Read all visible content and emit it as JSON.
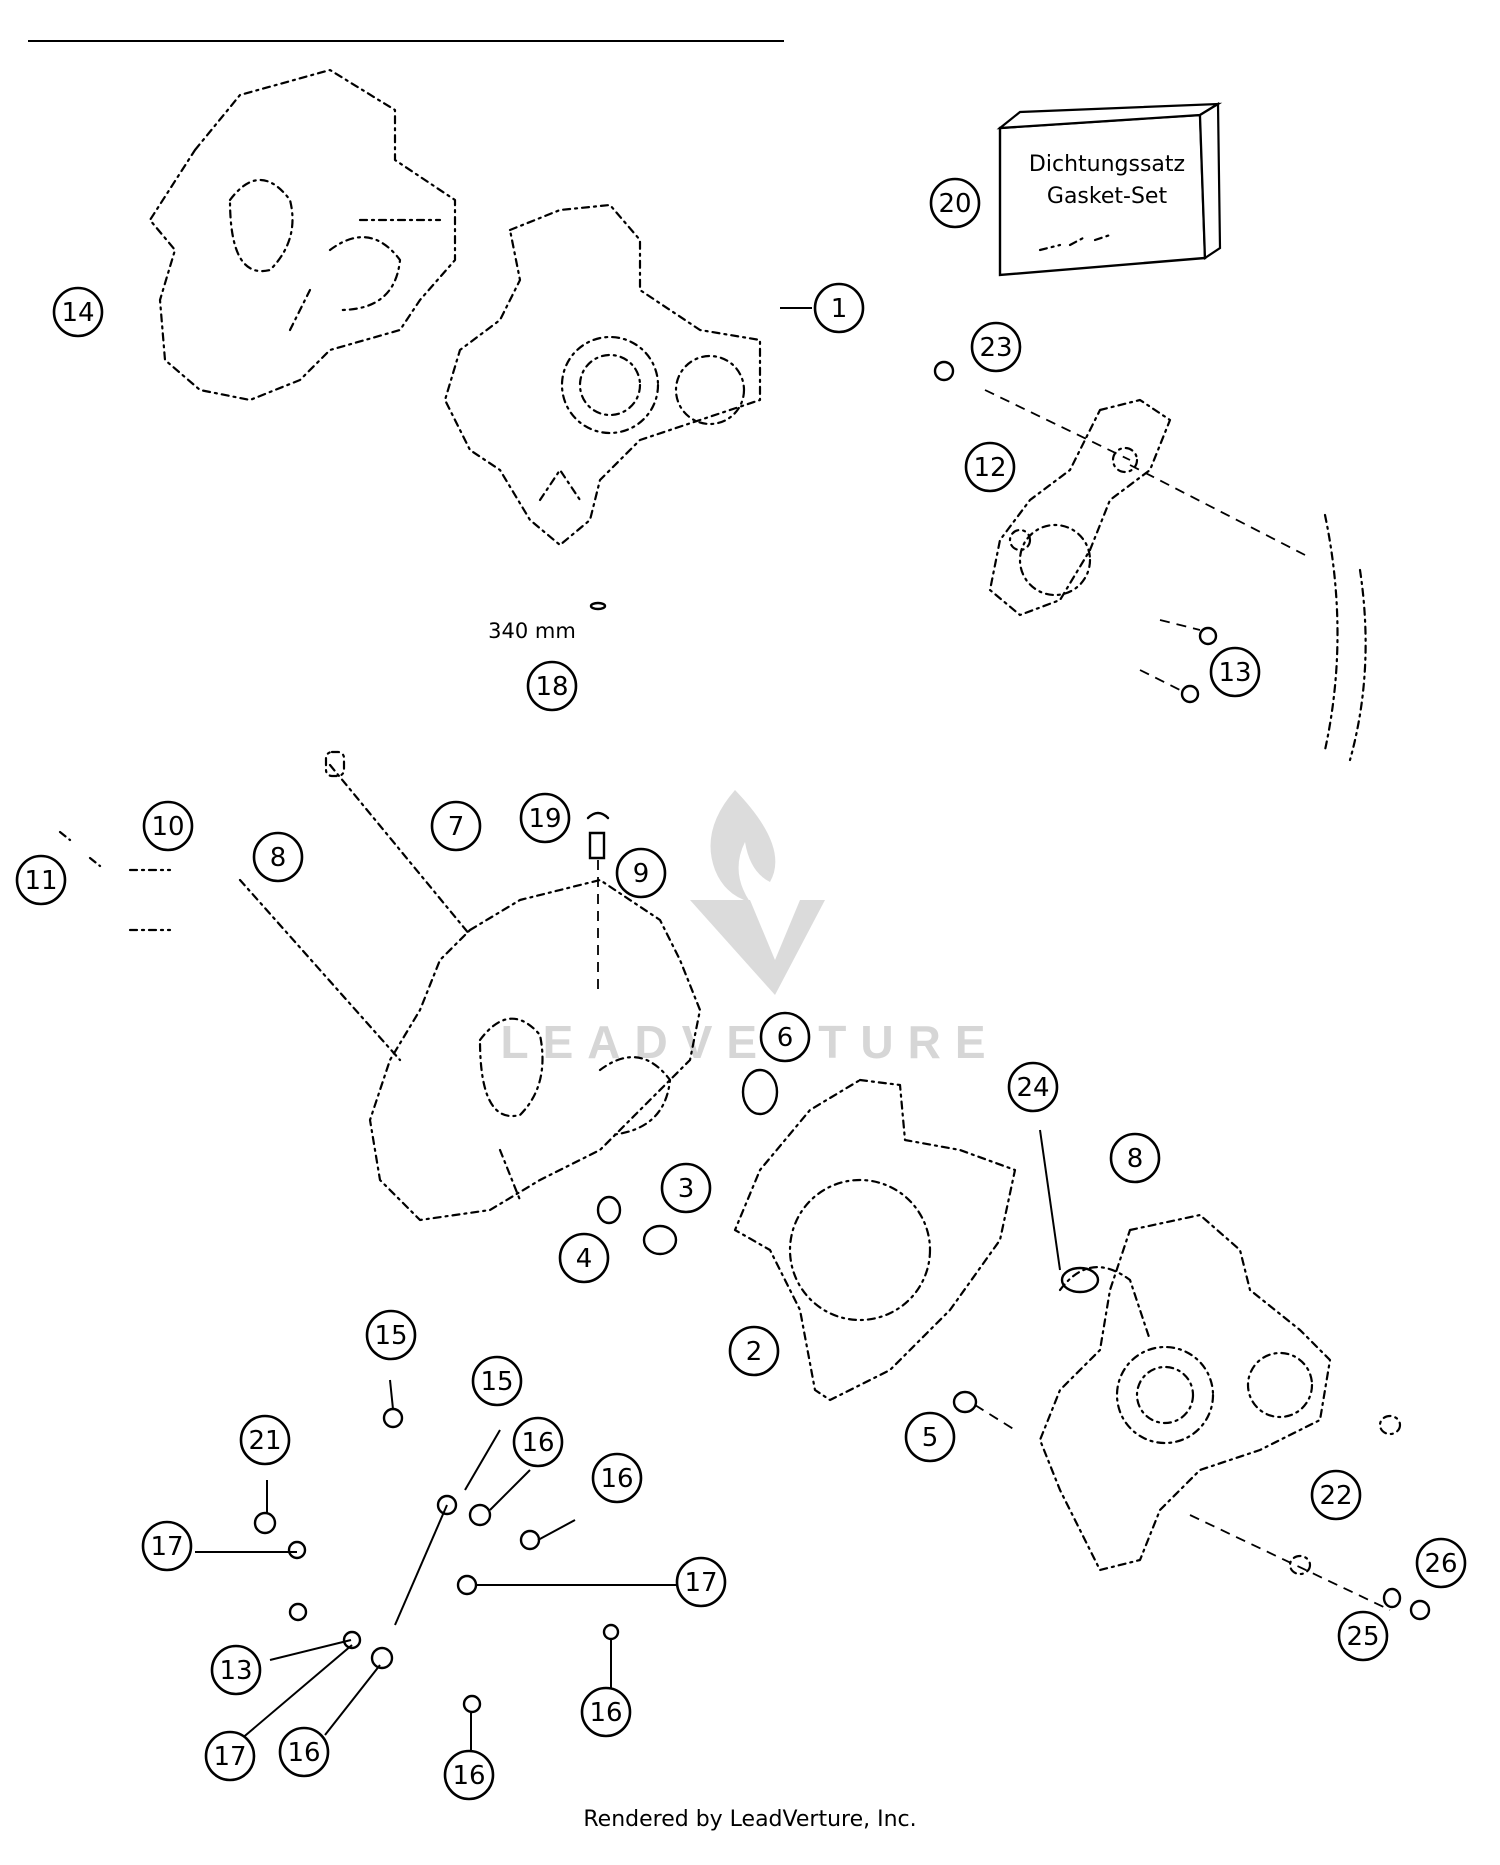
{
  "gasket_box": {
    "line1": "Dichtungssatz",
    "line2": "Gasket-Set"
  },
  "measurement": "340 mm",
  "watermark": "LEADVENTURE",
  "footer": "Rendered by LeadVerture, Inc.",
  "callouts": [
    {
      "id": "c1",
      "label": "1"
    },
    {
      "id": "c2",
      "label": "2"
    },
    {
      "id": "c3",
      "label": "3"
    },
    {
      "id": "c4",
      "label": "4"
    },
    {
      "id": "c5",
      "label": "5"
    },
    {
      "id": "c6",
      "label": "6"
    },
    {
      "id": "c7",
      "label": "7"
    },
    {
      "id": "c8a",
      "label": "8"
    },
    {
      "id": "c8b",
      "label": "8"
    },
    {
      "id": "c9",
      "label": "9"
    },
    {
      "id": "c10",
      "label": "10"
    },
    {
      "id": "c11",
      "label": "11"
    },
    {
      "id": "c12",
      "label": "12"
    },
    {
      "id": "c13a",
      "label": "13"
    },
    {
      "id": "c13b",
      "label": "13"
    },
    {
      "id": "c14",
      "label": "14"
    },
    {
      "id": "c15a",
      "label": "15"
    },
    {
      "id": "c15b",
      "label": "15"
    },
    {
      "id": "c16a",
      "label": "16"
    },
    {
      "id": "c16b",
      "label": "16"
    },
    {
      "id": "c16c",
      "label": "16"
    },
    {
      "id": "c16d",
      "label": "16"
    },
    {
      "id": "c16e",
      "label": "16"
    },
    {
      "id": "c17a",
      "label": "17"
    },
    {
      "id": "c17b",
      "label": "17"
    },
    {
      "id": "c17c",
      "label": "17"
    },
    {
      "id": "c18",
      "label": "18"
    },
    {
      "id": "c19",
      "label": "19"
    },
    {
      "id": "c20",
      "label": "20"
    },
    {
      "id": "c21",
      "label": "21"
    },
    {
      "id": "c22",
      "label": "22"
    },
    {
      "id": "c23",
      "label": "23"
    },
    {
      "id": "c24",
      "label": "24"
    },
    {
      "id": "c25",
      "label": "25"
    },
    {
      "id": "c26",
      "label": "26"
    }
  ]
}
